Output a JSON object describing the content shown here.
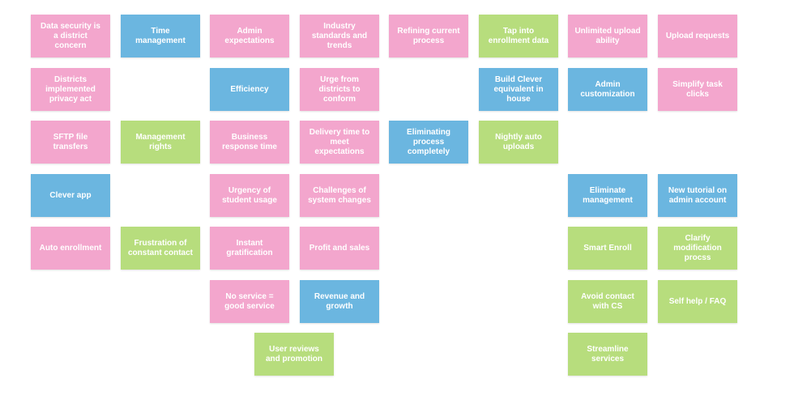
{
  "colors": {
    "pink": "#f3a6cd",
    "blue": "#6bb6e0",
    "green": "#b7dd7d"
  },
  "notes": [
    {
      "id": "data-security",
      "text": "Data security is a district concern",
      "color": "pink",
      "col": 0,
      "row": 0
    },
    {
      "id": "districts-privacy-act",
      "text": "Districts implemented privacy act",
      "color": "pink",
      "col": 0,
      "row": 1
    },
    {
      "id": "sftp-file-transfers",
      "text": "SFTP file transfers",
      "color": "pink",
      "col": 0,
      "row": 2
    },
    {
      "id": "clever-app",
      "text": "Clever app",
      "color": "blue",
      "col": 0,
      "row": 3
    },
    {
      "id": "auto-enrollment",
      "text": "Auto enrollment",
      "color": "pink",
      "col": 0,
      "row": 4
    },
    {
      "id": "time-management",
      "text": "Time management",
      "color": "blue",
      "col": 1,
      "row": 0
    },
    {
      "id": "management-rights",
      "text": "Management rights",
      "color": "green",
      "col": 1,
      "row": 2
    },
    {
      "id": "frustration-constant-contact",
      "text": "Frustration of constant contact",
      "color": "green",
      "col": 1,
      "row": 4
    },
    {
      "id": "admin-expectations",
      "text": "Admin expectations",
      "color": "pink",
      "col": 2,
      "row": 0
    },
    {
      "id": "efficiency",
      "text": "Efficiency",
      "color": "blue",
      "col": 2,
      "row": 1
    },
    {
      "id": "business-response-time",
      "text": "Business response time",
      "color": "pink",
      "col": 2,
      "row": 2
    },
    {
      "id": "urgency-student-usage",
      "text": "Urgency of student usage",
      "color": "pink",
      "col": 2,
      "row": 3
    },
    {
      "id": "instant-gratification",
      "text": "Instant gratification",
      "color": "pink",
      "col": 2,
      "row": 4
    },
    {
      "id": "no-service-good-service",
      "text": "No service = good service",
      "color": "pink",
      "col": 2,
      "row": 5
    },
    {
      "id": "industry-standards",
      "text": "Industry standards and trends",
      "color": "pink",
      "col": 3,
      "row": 0
    },
    {
      "id": "urge-districts-conform",
      "text": "Urge from districts to conform",
      "color": "pink",
      "col": 3,
      "row": 1
    },
    {
      "id": "delivery-time",
      "text": "Delivery time to meet expectations",
      "color": "pink",
      "col": 3,
      "row": 2
    },
    {
      "id": "challenges-system-changes",
      "text": "Challenges of system changes",
      "color": "pink",
      "col": 3,
      "row": 3
    },
    {
      "id": "profit-and-sales",
      "text": "Profit and sales",
      "color": "pink",
      "col": 3,
      "row": 4
    },
    {
      "id": "revenue-and-growth",
      "text": "Revenue and growth",
      "color": "blue",
      "col": 3,
      "row": 5
    },
    {
      "id": "user-reviews-promotion",
      "text": "User reviews and promotion",
      "color": "green",
      "col": 2.5,
      "row": 6
    },
    {
      "id": "refining-current-process",
      "text": "Refining current process",
      "color": "pink",
      "col": 4,
      "row": 0
    },
    {
      "id": "eliminating-process",
      "text": "Eliminating process completely",
      "color": "blue",
      "col": 4,
      "row": 2
    },
    {
      "id": "tap-into-enrollment",
      "text": "Tap into enrollment data",
      "color": "green",
      "col": 5,
      "row": 0
    },
    {
      "id": "build-clever-equivalent",
      "text": "Build Clever equivalent in house",
      "color": "blue",
      "col": 5,
      "row": 1
    },
    {
      "id": "nightly-auto-uploads",
      "text": "Nightly auto uploads",
      "color": "green",
      "col": 5,
      "row": 2
    },
    {
      "id": "unlimited-upload",
      "text": "Unlimited upload ability",
      "color": "pink",
      "col": 6,
      "row": 0
    },
    {
      "id": "admin-customization",
      "text": "Admin customization",
      "color": "blue",
      "col": 6,
      "row": 1
    },
    {
      "id": "eliminate-management",
      "text": "Eliminate management",
      "color": "blue",
      "col": 6,
      "row": 3
    },
    {
      "id": "smart-enroll",
      "text": "Smart Enroll",
      "color": "green",
      "col": 6,
      "row": 4
    },
    {
      "id": "avoid-contact-cs",
      "text": "Avoid contact with CS",
      "color": "green",
      "col": 6,
      "row": 5
    },
    {
      "id": "streamline-services",
      "text": "Streamline services",
      "color": "green",
      "col": 6,
      "row": 6
    },
    {
      "id": "upload-requests",
      "text": "Upload requests",
      "color": "pink",
      "col": 7,
      "row": 0
    },
    {
      "id": "simplify-task-clicks",
      "text": "Simplify task clicks",
      "color": "pink",
      "col": 7,
      "row": 1
    },
    {
      "id": "new-tutorial-admin",
      "text": "New tutorial on admin account",
      "color": "blue",
      "col": 7,
      "row": 3
    },
    {
      "id": "clarify-modification",
      "text": "Clarify modification procss",
      "color": "green",
      "col": 7,
      "row": 4
    },
    {
      "id": "self-help-faq",
      "text": "Self help / FAQ",
      "color": "green",
      "col": 7,
      "row": 5
    }
  ]
}
